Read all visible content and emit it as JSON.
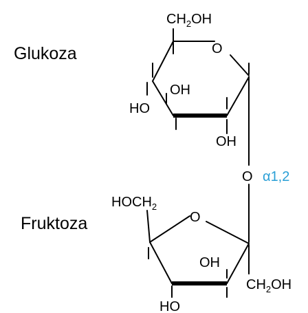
{
  "diagram": {
    "title": "",
    "glucose_label": "Glukoza",
    "fructose_label": "Fruktoza",
    "glycosidic_linkage": "α1,2",
    "glucose_ring": {
      "ring_oxygen": "O",
      "c6_group": {
        "main": "CH",
        "sub": "2",
        "tail": "OH"
      },
      "c3_oh": "OH",
      "c4_ho": "HO",
      "c2_oh": "OH"
    },
    "bridge_oxygen": "O",
    "fructose_ring": {
      "ring_oxygen": "O",
      "c6_group": {
        "main": "HOCH",
        "sub": "2"
      },
      "c4_oh": "OH",
      "c3_ho": "HO",
      "c1_group": {
        "main": "CH",
        "sub": "2",
        "tail": "OH"
      }
    }
  }
}
